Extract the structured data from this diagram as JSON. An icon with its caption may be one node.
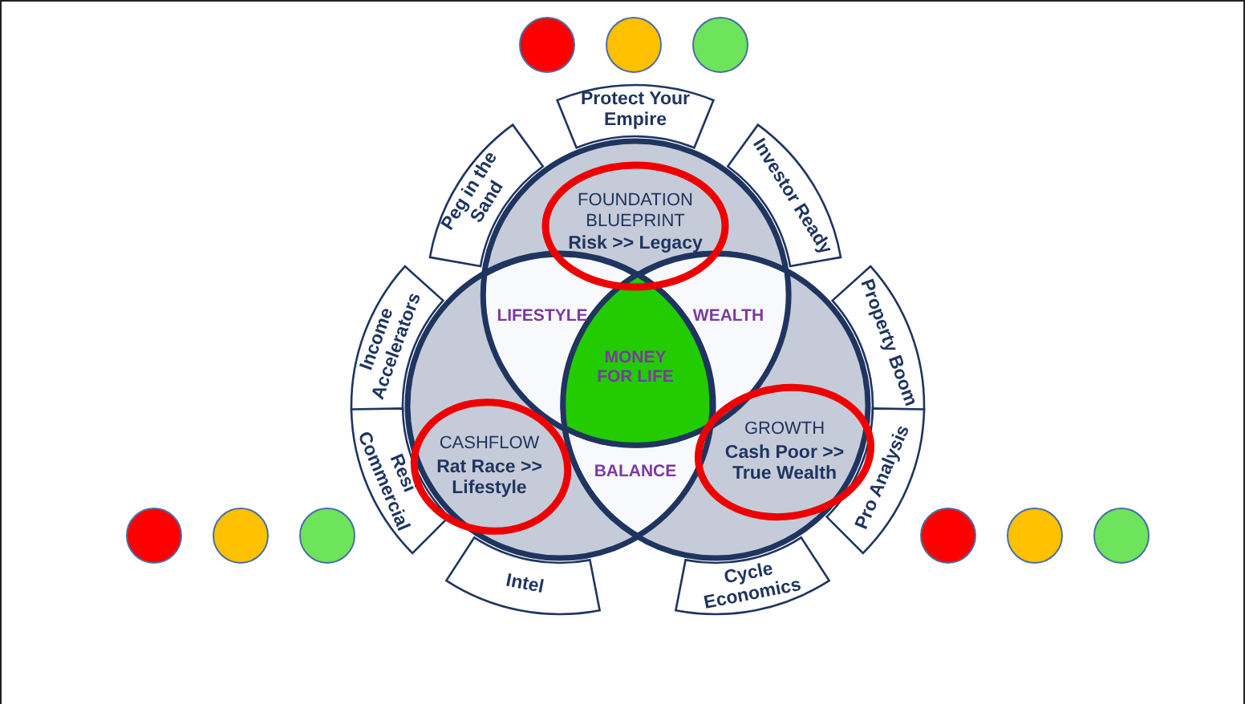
{
  "diagram": {
    "nodes": [
      {
        "text": [
          "FOUNDATION BLUEPRINT",
          "Risk >> Legacy"
        ]
      },
      {
        "text": [
          "CASHFLOW",
          "Rat Race >> Lifestyle"
        ]
      },
      {
        "text": [
          "GROWTH",
          "Cash Poor >> True Wealth"
        ]
      },
      {
        "text": [
          "LIFESTYLE"
        ]
      },
      {
        "text": [
          "WEALTH"
        ]
      },
      {
        "text": [
          "BALANCE"
        ]
      },
      {
        "text": [
          "MONEY FOR LIFE"
        ]
      },
      {
        "text": [
          "Protect Your Empire"
        ]
      },
      {
        "text": [
          "Peg in the Sand"
        ]
      },
      {
        "text": [
          "Investor Ready"
        ]
      },
      {
        "text": [
          "Income Accelerators"
        ]
      },
      {
        "text": [
          "Property Boom"
        ]
      },
      {
        "text": [
          "Resi Commercial"
        ]
      },
      {
        "text": [
          "Pro Analysis"
        ]
      },
      {
        "text": [
          "Intel"
        ]
      },
      {
        "text": [
          "Cycle Economics"
        ]
      }
    ]
  }
}
